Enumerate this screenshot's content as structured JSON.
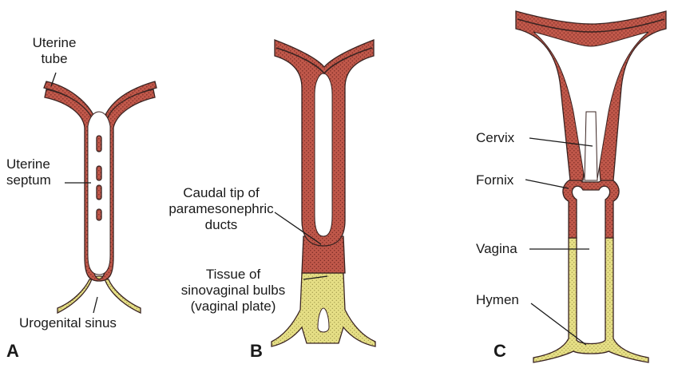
{
  "labels": {
    "uterine_tube": [
      "Uterine",
      "tube"
    ],
    "uterine_septum": [
      "Uterine",
      "septum"
    ],
    "urogenital_sinus": "Urogenital sinus",
    "caudal_tip": [
      "Caudal tip of",
      "paramesonephric",
      "ducts"
    ],
    "tissue_sinovaginal": [
      "Tissue of",
      "sinovaginal bulbs",
      "(vaginal plate)"
    ],
    "cervix": "Cervix",
    "fornix": "Fornix",
    "vagina": "Vagina",
    "hymen": "Hymen"
  },
  "panels": {
    "a": "A",
    "b": "B",
    "c": "C"
  },
  "colors": {
    "duct_red": "#c0584a",
    "sinus_yellow": "#e6df86",
    "outline": "#3a2422",
    "stipple": "#7a2c26"
  }
}
